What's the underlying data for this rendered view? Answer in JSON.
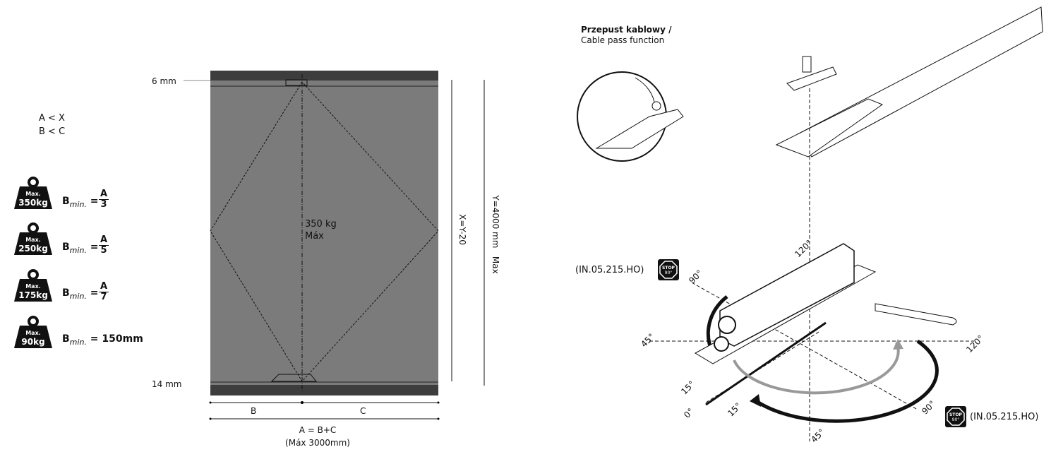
{
  "left_panel": {
    "conditions": [
      "A < X",
      "B < C"
    ],
    "weights": [
      {
        "max_label": "Max.",
        "weight": "350kg",
        "bmin_label": "B",
        "bmin_sub": "min.",
        "eq": "=",
        "numerator": "A",
        "denominator": "3"
      },
      {
        "max_label": "Max.",
        "weight": "250kg",
        "bmin_label": "B",
        "bmin_sub": "min.",
        "eq": "=",
        "numerator": "A",
        "denominator": "5"
      },
      {
        "max_label": "Max.",
        "weight": "175kg",
        "bmin_label": "B",
        "bmin_sub": "min.",
        "eq": "=",
        "numerator": "A",
        "denominator": "7"
      },
      {
        "max_label": "Max.",
        "weight": "90kg",
        "bmin_label": "B",
        "bmin_sub": "min.",
        "eq": "=",
        "value": "150mm"
      }
    ]
  },
  "door_drawing": {
    "top_gap": "6 mm",
    "bottom_gap": "14 mm",
    "load_label": "350 kg",
    "load_sub": "Máx",
    "height_inner": "X=Y-20",
    "height_outer": "Y=4000 mm   Max",
    "width_b": "B",
    "width_c": "C",
    "width_total": "A = B+C",
    "width_max": "(Máx 3000mm)",
    "door_color": "#7b7b7b",
    "band_color": "#3d3d3d"
  },
  "right_panel": {
    "detail_title": "Przepust kablowy /",
    "detail_subtitle": "Cable pass function",
    "code_left": "(IN.05.215.HO)",
    "code_right": "(IN.05.215.HO)",
    "stop_text": "STOP",
    "stop_angle": "90°",
    "angles": [
      "120°",
      "90°",
      "45°",
      "120°",
      "15°",
      "0°",
      "15°",
      "90°",
      "45°"
    ]
  }
}
